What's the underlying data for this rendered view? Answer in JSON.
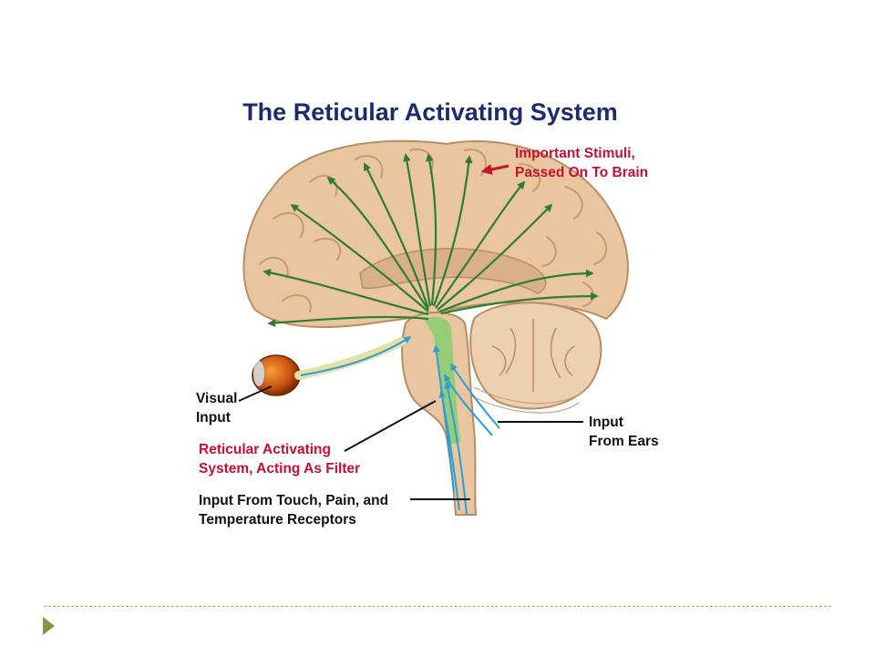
{
  "title": "The Reticular Activating System",
  "labels": {
    "important_stimuli_line1": "Important Stimuli,",
    "important_stimuli_line2": "Passed On To Brain",
    "visual_input_line1": "Visual",
    "visual_input_line2": "Input",
    "ras_line1": "Reticular Activating",
    "ras_line2": "System, Acting As Filter",
    "ears_line1": "Input",
    "ears_line2": "From Ears",
    "touch_line1": "Input From Touch, Pain, and",
    "touch_line2": "Temperature Receptors"
  },
  "colors": {
    "brain": "#e9c6a0",
    "brain_outline": "#b88d63",
    "green_arrow": "#2e7d32",
    "blue_arrow": "#2a9fd6",
    "red_label": "#c8102e",
    "title": "#1d2a6b",
    "footer_accent": "#7a9a47"
  }
}
